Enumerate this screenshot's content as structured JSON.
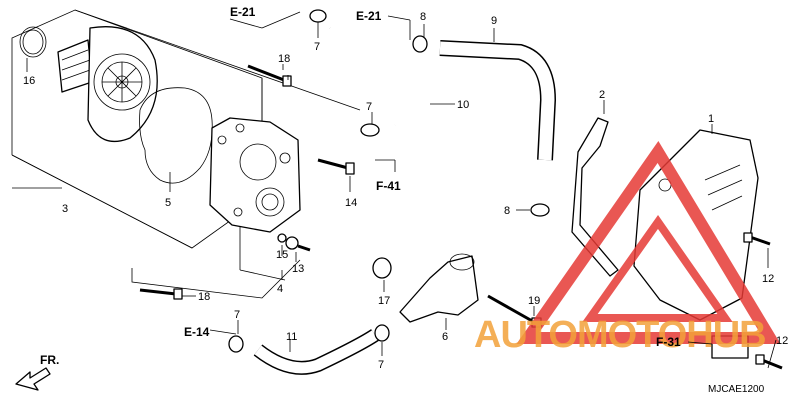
{
  "diagram": {
    "code": "MJCAE1200",
    "direction_label": "FR.",
    "watermark": {
      "text": "AUTOMOTOHUB",
      "color": "#f3a23a"
    },
    "accent_color": "#e53935",
    "refs": {
      "e21_top": "E-21",
      "e21_mid": "E-21",
      "f41": "F-41",
      "e14": "E-14",
      "f31": "F-31"
    },
    "callouts": {
      "c1": "1",
      "c2": "2",
      "c3": "3",
      "c4": "4",
      "c5": "5",
      "c6": "6",
      "c7a": "7",
      "c7b": "7",
      "c7c": "7",
      "c7d": "7",
      "c8a": "8",
      "c8b": "8",
      "c9": "9",
      "c10": "10",
      "c11": "11",
      "c12a": "12",
      "c12b": "12",
      "c13": "13",
      "c14": "14",
      "c15": "15",
      "c16": "16",
      "c17": "17",
      "c18a": "18",
      "c18b": "18",
      "c19": "19"
    }
  }
}
